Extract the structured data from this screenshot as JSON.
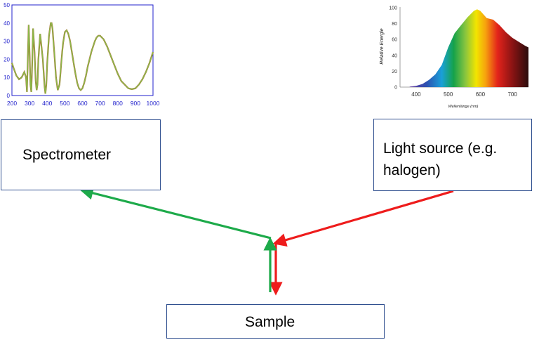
{
  "boxes": {
    "spectrometer": "Spectrometer",
    "light_source_line1": "Light source (e.g.",
    "light_source_line2": "halogen)",
    "sample": "Sample"
  },
  "colors": {
    "box_border": "#2f4f8f",
    "arrow_reflected": "#1daa4a",
    "arrow_incident": "#ee1c1c",
    "axis_blue": "#2222cc",
    "spectrum_line": "#8bb84a",
    "spectrum_line_dark": "#b05a28"
  },
  "chart_data": [
    {
      "type": "line",
      "title": "",
      "xlabel": "",
      "ylabel": "",
      "xlim": [
        200,
        1000
      ],
      "ylim": [
        0,
        50
      ],
      "xticks": [
        "200",
        "300",
        "400",
        "500",
        "600",
        "700",
        "800",
        "900",
        "1000"
      ],
      "yticks": [
        "0",
        "10",
        "20",
        "30",
        "40",
        "50"
      ],
      "series": [
        {
          "x": [
            200,
            210,
            225,
            240,
            255,
            270,
            280,
            285,
            290,
            295,
            300,
            305,
            310,
            315,
            320,
            328,
            335,
            340,
            345,
            350,
            360,
            375,
            385,
            390,
            395,
            400,
            410,
            420,
            425,
            430,
            440,
            450,
            460,
            470,
            475,
            480,
            485,
            490,
            500,
            510,
            520,
            530,
            540,
            550,
            560,
            570,
            580,
            590,
            600,
            610,
            620,
            630,
            640,
            650,
            660,
            670,
            680,
            690,
            700,
            720,
            740,
            760,
            780,
            800,
            820,
            840,
            860,
            880,
            900,
            920,
            940,
            960,
            980,
            1000
          ],
          "y": [
            18,
            15,
            11,
            9,
            10,
            13,
            10,
            2,
            20,
            39,
            24,
            6,
            2,
            18,
            37,
            24,
            8,
            3,
            6,
            20,
            34,
            20,
            5,
            1,
            6,
            18,
            33,
            40,
            40,
            37,
            24,
            10,
            3,
            6,
            12,
            18,
            24,
            29,
            35,
            36,
            34,
            30,
            24,
            18,
            12,
            7,
            4,
            3,
            4,
            7,
            11,
            16,
            20,
            24,
            27,
            30,
            32,
            33,
            33,
            31,
            27,
            22,
            17,
            12,
            8,
            6,
            4,
            3.5,
            4,
            6,
            9,
            13,
            18,
            24
          ],
          "note": ""
        }
      ]
    },
    {
      "type": "area",
      "title": "",
      "xlabel": "Wellenlänge (nm)",
      "ylabel": "Relative Energie",
      "xlim": [
        350,
        750
      ],
      "ylim": [
        0,
        100
      ],
      "xticks": [
        "400",
        "500",
        "600",
        "700"
      ],
      "yticks": [
        "0",
        "20",
        "40",
        "60",
        "80",
        "100"
      ],
      "series": [
        {
          "x": [
            380,
            400,
            420,
            440,
            460,
            480,
            500,
            520,
            540,
            560,
            580,
            590,
            600,
            620,
            640,
            660,
            680,
            700,
            720,
            740,
            750
          ],
          "y": [
            0.5,
            1.5,
            4,
            9,
            16,
            28,
            50,
            68,
            78,
            88,
            96,
            98,
            96,
            87,
            85,
            78,
            69,
            62,
            57,
            52,
            50
          ]
        }
      ]
    }
  ]
}
